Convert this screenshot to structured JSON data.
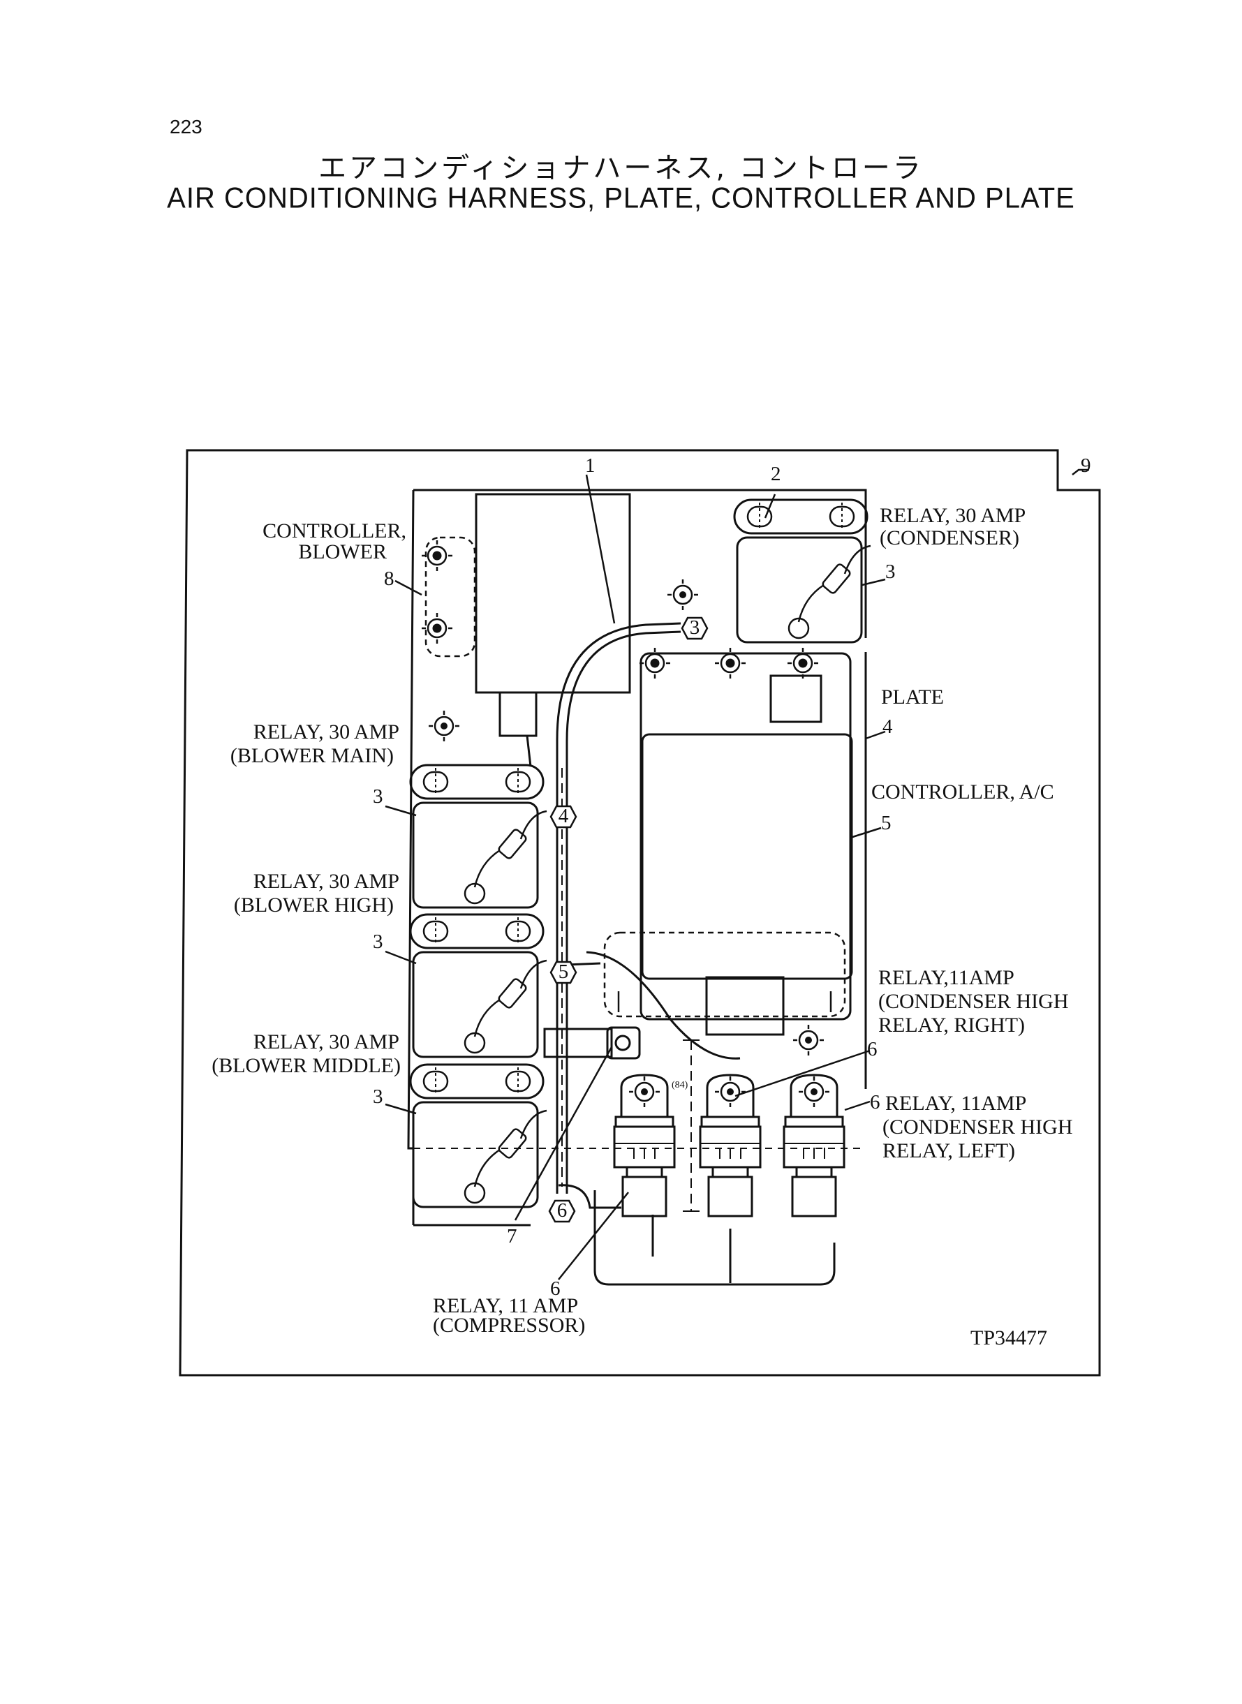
{
  "page_number": "223",
  "title_japanese": "エアコンディショナハーネス, コントローラ",
  "title_english": "AIR CONDITIONING HARNESS, PLATE, CONTROLLER AND PLATE",
  "figure_id": "TP34477",
  "callouts": {
    "c1": "1",
    "c2": "2",
    "c3a": "3",
    "c3b": "3",
    "c3c": "3",
    "c3d": "3",
    "c4": "4",
    "c5": "5",
    "c6a": "6",
    "c6b": "6",
    "c6c": "6",
    "c7": "7",
    "c8": "8",
    "c9": "9"
  },
  "connectors": {
    "k3": "3",
    "k4": "4",
    "k5": "5",
    "k6": "6"
  },
  "dimension": "(84)",
  "labels": {
    "controller_blower": [
      "CONTROLLER,",
      "BLOWER"
    ],
    "relay_condenser": [
      "RELAY, 30 AMP",
      "(CONDENSER)"
    ],
    "plate": "PLATE",
    "relay_blower_main": [
      "RELAY, 30 AMP",
      "(BLOWER MAIN)"
    ],
    "controller_ac": "CONTROLLER, A/C",
    "relay_blower_high": [
      "RELAY, 30 AMP",
      "(BLOWER HIGH)"
    ],
    "relay_condenser_high_right": [
      "RELAY,11AMP",
      "(CONDENSER HIGH",
      "RELAY, RIGHT)"
    ],
    "relay_blower_middle": [
      "RELAY, 30 AMP",
      "(BLOWER MIDDLE)"
    ],
    "relay_condenser_high_left": [
      "RELAY, 11AMP",
      "(CONDENSER HIGH",
      "RELAY, LEFT)"
    ],
    "relay_compressor": [
      "RELAY, 11 AMP",
      "(COMPRESSOR)"
    ]
  }
}
